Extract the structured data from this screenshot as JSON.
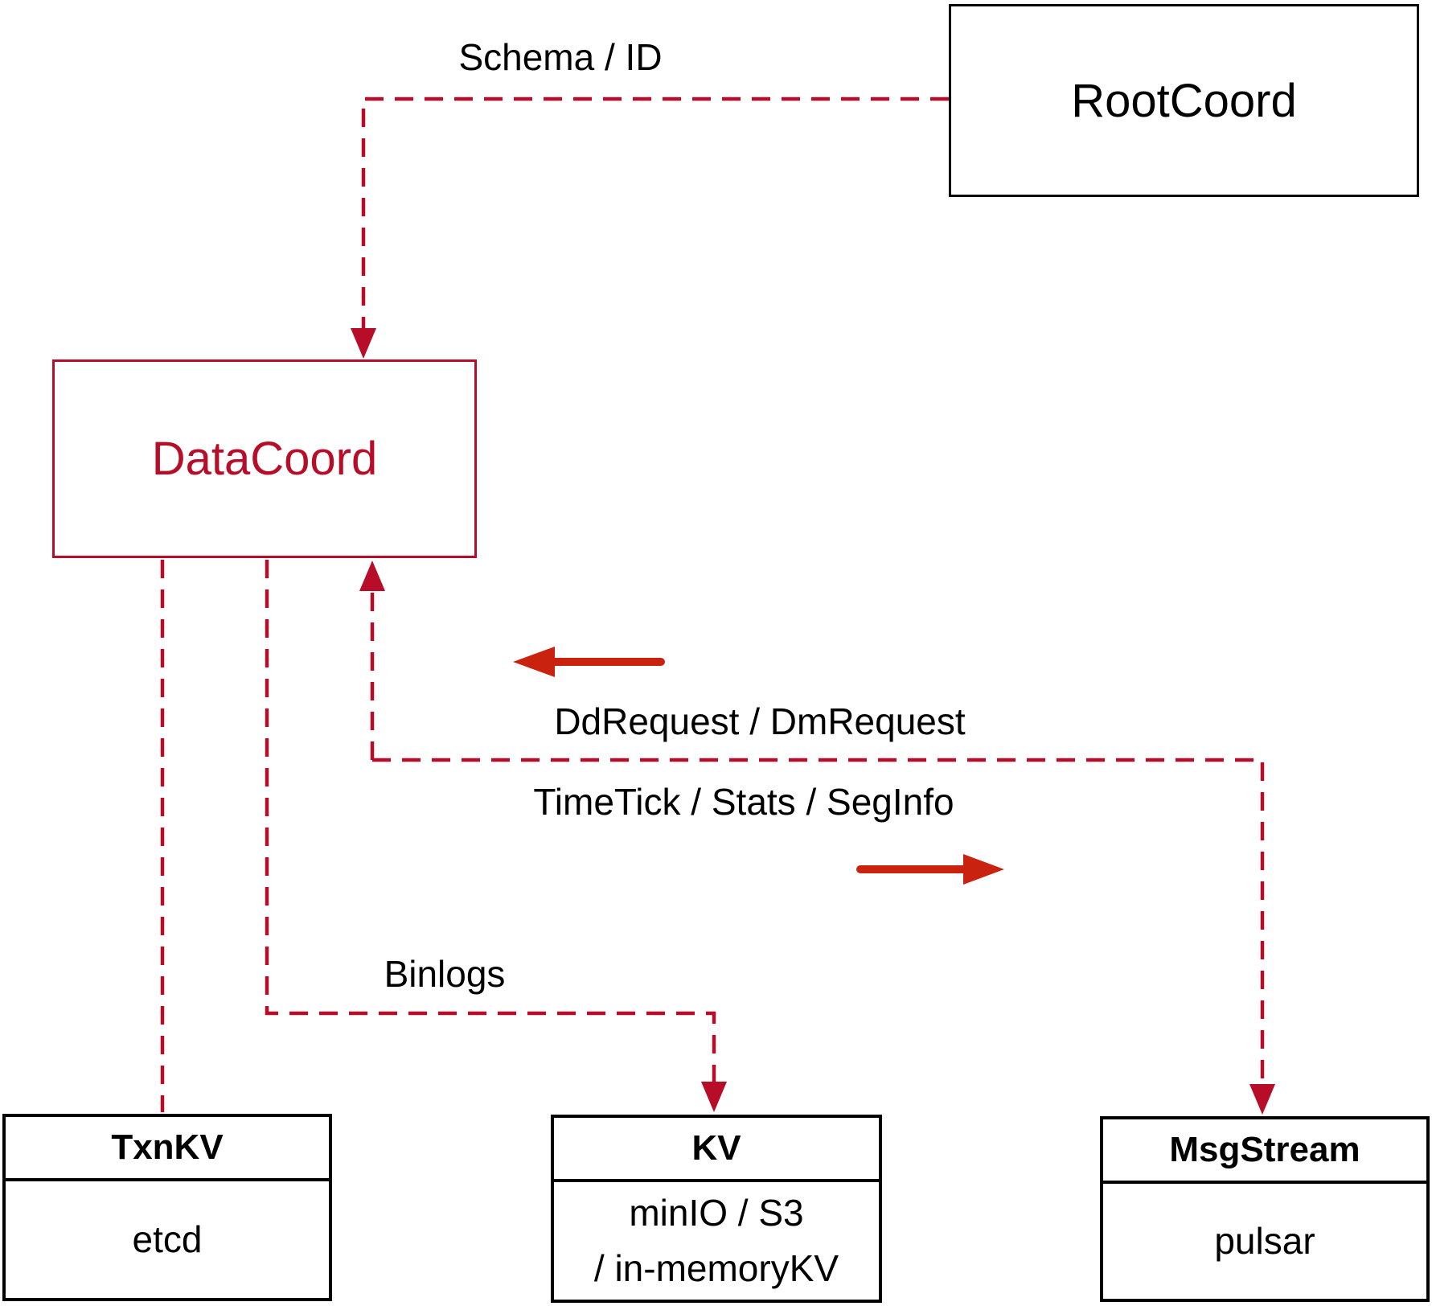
{
  "diagram": {
    "nodes": {
      "rootcoord": {
        "title": "RootCoord"
      },
      "datacoord": {
        "title": "DataCoord"
      },
      "txnkv": {
        "title": "TxnKV",
        "body": "etcd"
      },
      "kv": {
        "title": "KV",
        "body_line1": "minIO / S3",
        "body_line2": "/ in-memoryKV"
      },
      "msgstream": {
        "title": "MsgStream",
        "body": "pulsar"
      }
    },
    "edge_labels": {
      "schema_id": "Schema / ID",
      "dd_request": "DdRequest / DmRequest",
      "time_tick": "TimeTick / Stats / SegInfo",
      "binlogs": "Binlogs"
    },
    "connections": [
      {
        "from": "RootCoord",
        "to": "DataCoord",
        "label": "Schema / ID",
        "style": "dashed-arrow"
      },
      {
        "from": "DataCoord",
        "to": "TxnKV",
        "label": "",
        "style": "dashed"
      },
      {
        "from": "DataCoord",
        "to": "KV",
        "label": "Binlogs",
        "style": "dashed-arrow"
      },
      {
        "from": "MsgStream side",
        "to": "DataCoord",
        "label": "DdRequest / DmRequest",
        "style": "dashed-arrow"
      },
      {
        "from": "DataCoord",
        "to": "MsgStream",
        "label": "TimeTick / Stats / SegInfo",
        "style": "dashed-arrow"
      }
    ],
    "colors": {
      "dashed_line": "#B70D28",
      "solid_arrow": "#C9230F",
      "node_border_black": "#000000",
      "background": "#FFFFFF"
    }
  }
}
